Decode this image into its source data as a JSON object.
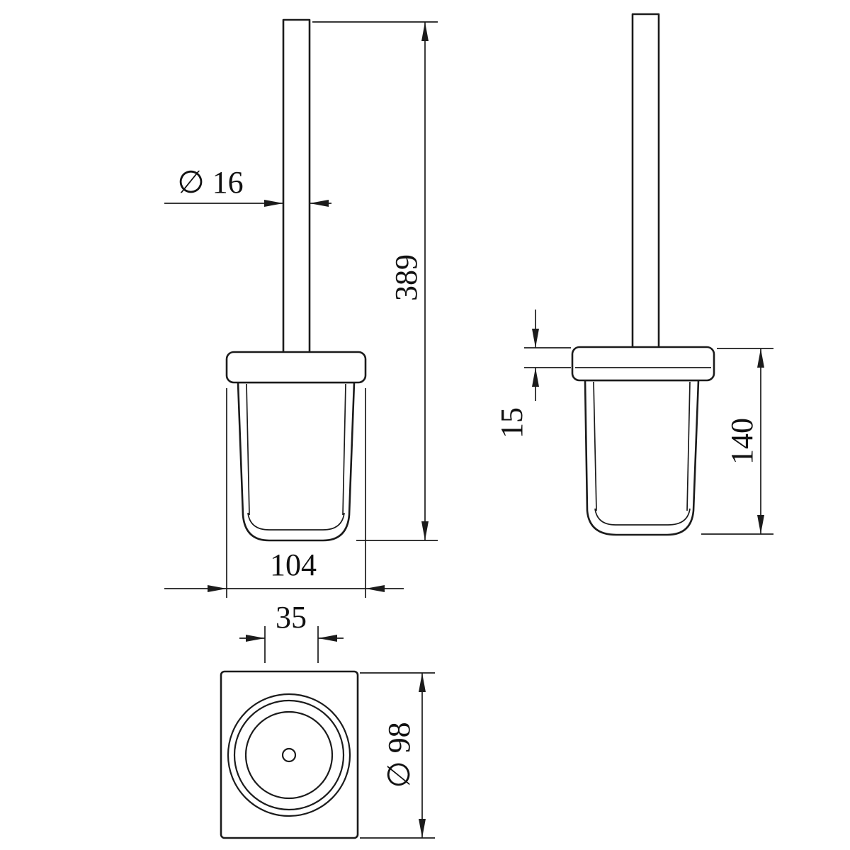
{
  "canvas": {
    "background": "#ffffff",
    "line_color": "#1b1b1b"
  },
  "dimensions": {
    "handle_diameter": "∅ 16",
    "overall_height": "389",
    "holder_width": "104",
    "collar_height": "15",
    "holder_height": "140",
    "mount_width": "35",
    "holder_diameter": "∅ 98"
  }
}
